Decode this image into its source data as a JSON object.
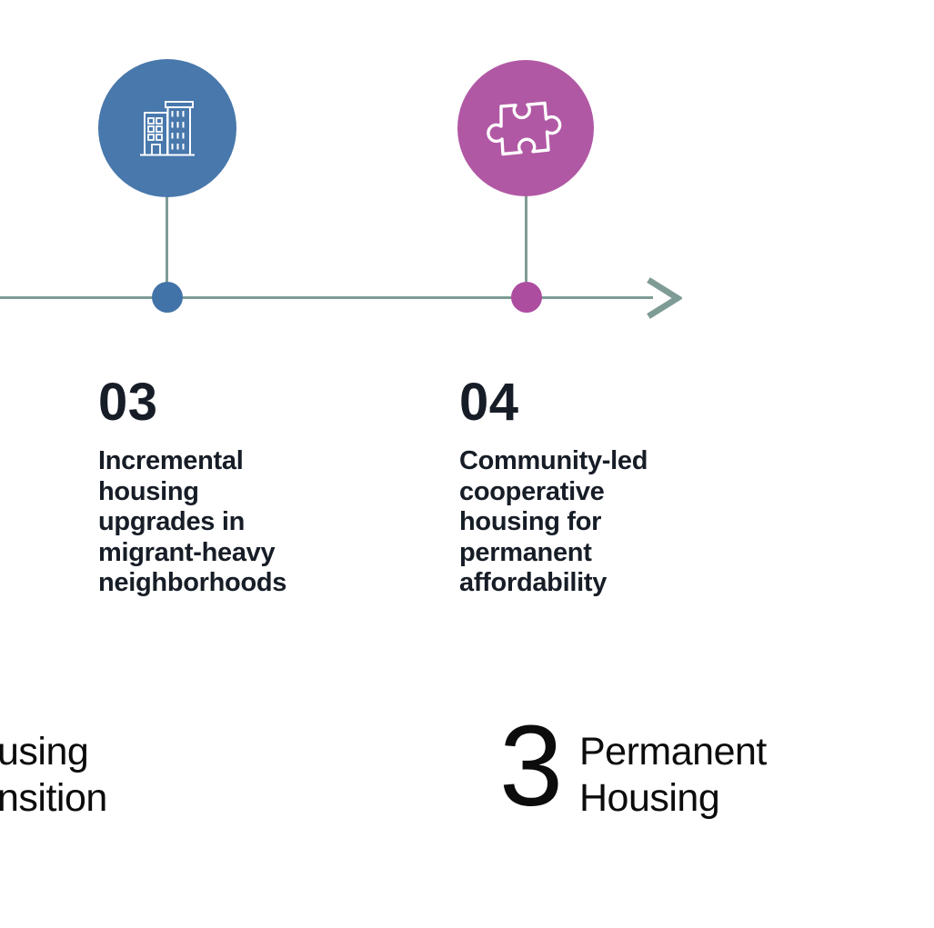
{
  "colors": {
    "white": "#ffffff",
    "blue": "#4878ac",
    "blue_dot": "#4173a8",
    "purple": "#b158a4",
    "purple_dot": "#ad4da0",
    "line": "#7e9c95",
    "heading": "#171d27",
    "black": "#0c0c0c",
    "icon_stroke": "#ffffff"
  },
  "timeline": {
    "arrow_icon": "arrow-right-icon"
  },
  "steps": [
    {
      "number": "03",
      "icon": "building-icon",
      "description": "Incremental\nhousing\nupgrades in\nmigrant-heavy\nneighborhoods"
    },
    {
      "number": "04",
      "icon": "puzzle-icon",
      "description": "Community-led\ncooperative\nhousing for\npermanent\naffordability"
    }
  ],
  "stages": [
    {
      "fragment_line1": "using",
      "fragment_line2": "nsition"
    },
    {
      "number": "3",
      "label": "Permanent\nHousing"
    }
  ]
}
